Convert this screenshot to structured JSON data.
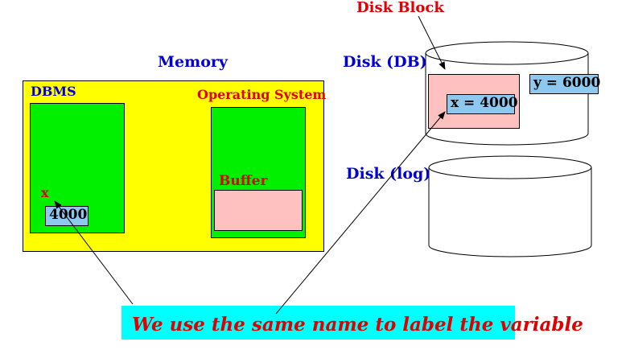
{
  "labels": {
    "memory": "Memory",
    "dbms": "DBMS",
    "operating_system": "Operating System",
    "buffer": "Buffer",
    "x": "x",
    "disk_block": "Disk Block",
    "disk_db": "Disk (DB)",
    "disk_log": "Disk (log)"
  },
  "values": {
    "memory_x": "4000",
    "disk_x": "x = 4000",
    "disk_y": "y = 6000"
  },
  "caption": "We use the same name to label the variable",
  "colors": {
    "memory": "#ffff00",
    "dbms": "#00f000",
    "buffer": "#ffc0c0",
    "value": "#8cc8f0",
    "caption_bg": "#00ffff",
    "label_blue": "#0000d0",
    "label_red": "#e00000"
  }
}
